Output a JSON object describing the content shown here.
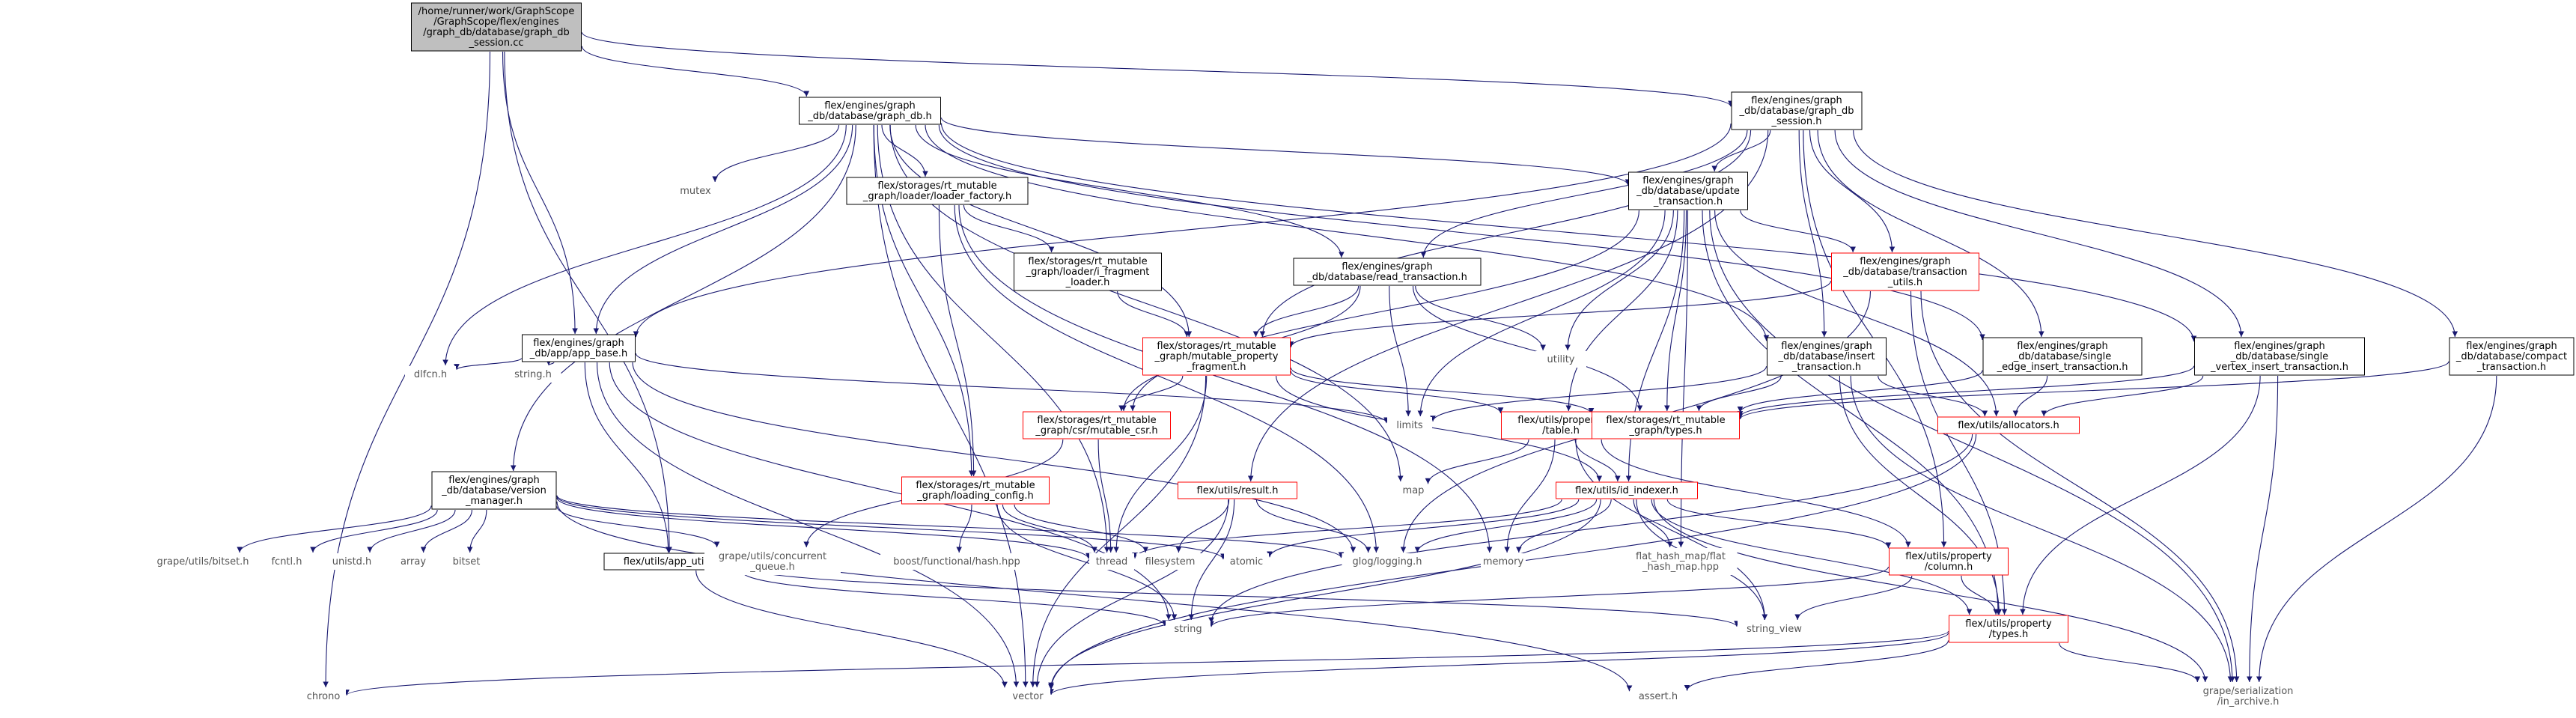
{
  "colors": {
    "edge": "#191970",
    "root_fill": "#bfbfbf",
    "box_border": "#000000",
    "red_border": "#ff0000",
    "external_text": "#555555"
  },
  "nodes": [
    {
      "id": "root",
      "lines": [
        "/home/runner/work/GraphScope",
        "/GraphScope/flex/engines",
        "/graph_db/database/graph_db",
        "_session.cc"
      ],
      "style": "root"
    },
    {
      "id": "graph_db_h",
      "lines": [
        "flex/engines/graph",
        "_db/database/graph_db.h"
      ],
      "style": "black"
    },
    {
      "id": "session_h",
      "lines": [
        "flex/engines/graph",
        "_db/database/graph_db",
        "_session.h"
      ],
      "style": "black"
    },
    {
      "id": "loader_factory",
      "lines": [
        "flex/storages/rt_mutable",
        "_graph/loader/loader_factory.h"
      ],
      "style": "black"
    },
    {
      "id": "i_fragment_loader",
      "lines": [
        "flex/storages/rt_mutable",
        "_graph/loader/i_fragment",
        "_loader.h"
      ],
      "style": "black"
    },
    {
      "id": "update_txn",
      "lines": [
        "flex/engines/graph",
        "_db/database/update",
        "_transaction.h"
      ],
      "style": "black"
    },
    {
      "id": "read_txn",
      "lines": [
        "flex/engines/graph",
        "_db/database/read_transaction.h"
      ],
      "style": "black"
    },
    {
      "id": "txn_utils",
      "lines": [
        "flex/engines/graph",
        "_db/database/transaction",
        "_utils.h"
      ],
      "style": "red"
    },
    {
      "id": "insert_txn",
      "lines": [
        "flex/engines/graph",
        "_db/database/insert",
        "_transaction.h"
      ],
      "style": "black"
    },
    {
      "id": "single_edge",
      "lines": [
        "flex/engines/graph",
        "_db/database/single",
        "_edge_insert_transaction.h"
      ],
      "style": "black"
    },
    {
      "id": "single_vertex",
      "lines": [
        "flex/engines/graph",
        "_db/database/single",
        "_vertex_insert_transaction.h"
      ],
      "style": "black"
    },
    {
      "id": "compact_txn",
      "lines": [
        "flex/engines/graph",
        "_db/database/compact",
        "_transaction.h"
      ],
      "style": "black"
    },
    {
      "id": "app_base",
      "lines": [
        "flex/engines/graph",
        "_db/app/app_base.h"
      ],
      "style": "black"
    },
    {
      "id": "mutable_fragment",
      "lines": [
        "flex/storages/rt_mutable",
        "_graph/mutable_property",
        "_fragment.h"
      ],
      "style": "red"
    },
    {
      "id": "csr_mutable",
      "lines": [
        "flex/storages/rt_mutable",
        "_graph/csr/mutable_csr.h"
      ],
      "style": "red"
    },
    {
      "id": "property_table",
      "lines": [
        "flex/utils/property",
        "/table.h"
      ],
      "style": "red"
    },
    {
      "id": "rt_types",
      "lines": [
        "flex/storages/rt_mutable",
        "_graph/types.h"
      ],
      "style": "red"
    },
    {
      "id": "allocators",
      "lines": [
        "flex/utils/allocators.h"
      ],
      "style": "red"
    },
    {
      "id": "version_manager",
      "lines": [
        "flex/engines/graph",
        "_db/database/version",
        "_manager.h"
      ],
      "style": "black"
    },
    {
      "id": "loading_config",
      "lines": [
        "flex/storages/rt_mutable",
        "_graph/loading_config.h"
      ],
      "style": "red"
    },
    {
      "id": "result_h",
      "lines": [
        "flex/utils/result.h"
      ],
      "style": "red"
    },
    {
      "id": "id_indexer",
      "lines": [
        "flex/utils/id_indexer.h"
      ],
      "style": "red"
    },
    {
      "id": "app_utils",
      "lines": [
        "flex/utils/app_utils.h"
      ],
      "style": "black"
    },
    {
      "id": "prop_column",
      "lines": [
        "flex/utils/property",
        "/column.h"
      ],
      "style": "red"
    },
    {
      "id": "prop_types",
      "lines": [
        "flex/utils/property",
        "/types.h"
      ],
      "style": "red"
    },
    {
      "id": "mutex",
      "lines": [
        "mutex"
      ],
      "style": "grey"
    },
    {
      "id": "dlfcn",
      "lines": [
        "dlfcn.h"
      ],
      "style": "grey"
    },
    {
      "id": "string_h",
      "lines": [
        "string.h"
      ],
      "style": "grey"
    },
    {
      "id": "utility",
      "lines": [
        "utility"
      ],
      "style": "grey"
    },
    {
      "id": "limits",
      "lines": [
        "limits"
      ],
      "style": "grey"
    },
    {
      "id": "map",
      "lines": [
        "map"
      ],
      "style": "grey"
    },
    {
      "id": "bitset_h",
      "lines": [
        "grape/utils/bitset.h"
      ],
      "style": "grey"
    },
    {
      "id": "fcntl",
      "lines": [
        "fcntl.h"
      ],
      "style": "grey"
    },
    {
      "id": "unistd",
      "lines": [
        "unistd.h"
      ],
      "style": "grey"
    },
    {
      "id": "array",
      "lines": [
        "array"
      ],
      "style": "grey"
    },
    {
      "id": "bitset",
      "lines": [
        "bitset"
      ],
      "style": "grey"
    },
    {
      "id": "concurrent_queue",
      "lines": [
        "grape/utils/concurrent",
        "_queue.h"
      ],
      "style": "grey"
    },
    {
      "id": "boost_hash",
      "lines": [
        "boost/functional/hash.hpp"
      ],
      "style": "grey"
    },
    {
      "id": "thread",
      "lines": [
        "thread"
      ],
      "style": "grey"
    },
    {
      "id": "filesystem",
      "lines": [
        "filesystem"
      ],
      "style": "grey"
    },
    {
      "id": "atomic",
      "lines": [
        "atomic"
      ],
      "style": "grey"
    },
    {
      "id": "glog",
      "lines": [
        "glog/logging.h"
      ],
      "style": "grey"
    },
    {
      "id": "memory",
      "lines": [
        "memory"
      ],
      "style": "grey"
    },
    {
      "id": "flat_hash_map",
      "lines": [
        "flat_hash_map/flat",
        "_hash_map.hpp"
      ],
      "style": "grey"
    },
    {
      "id": "string",
      "lines": [
        "string"
      ],
      "style": "grey"
    },
    {
      "id": "string_view",
      "lines": [
        "string_view"
      ],
      "style": "grey"
    },
    {
      "id": "chrono",
      "lines": [
        "chrono"
      ],
      "style": "grey"
    },
    {
      "id": "vector",
      "lines": [
        "vector"
      ],
      "style": "grey"
    },
    {
      "id": "assert",
      "lines": [
        "assert.h"
      ],
      "style": "grey"
    },
    {
      "id": "in_archive",
      "lines": [
        "grape/serialization",
        "/in_archive.h"
      ],
      "style": "grey"
    }
  ],
  "edges": [
    [
      "root",
      "graph_db_h"
    ],
    [
      "root",
      "session_h"
    ],
    [
      "root",
      "app_base"
    ],
    [
      "root",
      "app_utils"
    ],
    [
      "root",
      "chrono"
    ],
    [
      "graph_db_h",
      "loader_factory"
    ],
    [
      "graph_db_h",
      "mutex"
    ],
    [
      "graph_db_h",
      "update_txn"
    ],
    [
      "graph_db_h",
      "read_txn"
    ],
    [
      "graph_db_h",
      "mutable_fragment"
    ],
    [
      "graph_db_h",
      "insert_txn"
    ],
    [
      "graph_db_h",
      "single_edge"
    ],
    [
      "graph_db_h",
      "single_vertex"
    ],
    [
      "graph_db_h",
      "app_base"
    ],
    [
      "graph_db_h",
      "dlfcn"
    ],
    [
      "graph_db_h",
      "version_manager"
    ],
    [
      "graph_db_h",
      "loading_config"
    ],
    [
      "graph_db_h",
      "vector"
    ],
    [
      "graph_db_h",
      "thread"
    ],
    [
      "graph_db_h",
      "map"
    ],
    [
      "session_h",
      "update_txn"
    ],
    [
      "session_h",
      "read_txn"
    ],
    [
      "session_h",
      "txn_utils"
    ],
    [
      "session_h",
      "insert_txn"
    ],
    [
      "session_h",
      "single_edge"
    ],
    [
      "session_h",
      "single_vertex"
    ],
    [
      "session_h",
      "compact_txn"
    ],
    [
      "session_h",
      "app_base"
    ],
    [
      "session_h",
      "mutable_fragment"
    ],
    [
      "session_h",
      "result_h"
    ],
    [
      "session_h",
      "prop_column"
    ],
    [
      "loader_factory",
      "i_fragment_loader"
    ],
    [
      "loader_factory",
      "loading_config"
    ],
    [
      "loader_factory",
      "memory"
    ],
    [
      "loader_factory",
      "glog"
    ],
    [
      "i_fragment_loader",
      "mutable_fragment"
    ],
    [
      "update_txn",
      "txn_utils"
    ],
    [
      "update_txn",
      "csr_mutable"
    ],
    [
      "update_txn",
      "utility"
    ],
    [
      "update_txn",
      "limits"
    ],
    [
      "update_txn",
      "property_table"
    ],
    [
      "update_txn",
      "rt_types"
    ],
    [
      "update_txn",
      "allocators"
    ],
    [
      "update_txn",
      "id_indexer"
    ],
    [
      "update_txn",
      "flat_hash_map"
    ],
    [
      "update_txn",
      "in_archive"
    ],
    [
      "update_txn",
      "prop_types"
    ],
    [
      "read_txn",
      "mutable_fragment"
    ],
    [
      "read_txn",
      "csr_mutable"
    ],
    [
      "read_txn",
      "utility"
    ],
    [
      "read_txn",
      "limits"
    ],
    [
      "read_txn",
      "rt_types"
    ],
    [
      "txn_utils",
      "mutable_fragment"
    ],
    [
      "txn_utils",
      "glog"
    ],
    [
      "txn_utils",
      "prop_types"
    ],
    [
      "txn_utils",
      "in_archive"
    ],
    [
      "insert_txn",
      "rt_types"
    ],
    [
      "insert_txn",
      "allocators"
    ],
    [
      "insert_txn",
      "limits"
    ],
    [
      "insert_txn",
      "in_archive"
    ],
    [
      "insert_txn",
      "prop_types"
    ],
    [
      "single_edge",
      "rt_types"
    ],
    [
      "single_edge",
      "allocators"
    ],
    [
      "single_vertex",
      "rt_types"
    ],
    [
      "single_vertex",
      "allocators"
    ],
    [
      "single_vertex",
      "in_archive"
    ],
    [
      "single_vertex",
      "prop_types"
    ],
    [
      "compact_txn",
      "rt_types"
    ],
    [
      "compact_txn",
      "in_archive"
    ],
    [
      "app_base",
      "dlfcn"
    ],
    [
      "app_base",
      "string_h"
    ],
    [
      "app_base",
      "app_utils"
    ],
    [
      "app_base",
      "limits"
    ],
    [
      "app_base",
      "string"
    ],
    [
      "app_base",
      "vector"
    ],
    [
      "app_base",
      "glog"
    ],
    [
      "mutable_fragment",
      "csr_mutable"
    ],
    [
      "mutable_fragment",
      "property_table"
    ],
    [
      "mutable_fragment",
      "id_indexer"
    ],
    [
      "mutable_fragment",
      "rt_types"
    ],
    [
      "mutable_fragment",
      "thread"
    ],
    [
      "mutable_fragment",
      "vector"
    ],
    [
      "csr_mutable",
      "concurrent_queue"
    ],
    [
      "csr_mutable",
      "thread"
    ],
    [
      "property_table",
      "map"
    ],
    [
      "property_table",
      "id_indexer"
    ],
    [
      "property_table",
      "prop_column"
    ],
    [
      "property_table",
      "memory"
    ],
    [
      "property_table",
      "string_view"
    ],
    [
      "allocators",
      "string"
    ],
    [
      "allocators",
      "vector"
    ],
    [
      "version_manager",
      "bitset_h"
    ],
    [
      "version_manager",
      "fcntl"
    ],
    [
      "version_manager",
      "unistd"
    ],
    [
      "version_manager",
      "array"
    ],
    [
      "version_manager",
      "bitset"
    ],
    [
      "version_manager",
      "concurrent_queue"
    ],
    [
      "version_manager",
      "thread"
    ],
    [
      "version_manager",
      "atomic"
    ],
    [
      "version_manager",
      "glog"
    ],
    [
      "version_manager",
      "assert"
    ],
    [
      "loading_config",
      "boost_hash"
    ],
    [
      "loading_config",
      "filesystem"
    ],
    [
      "loading_config",
      "string"
    ],
    [
      "loading_config",
      "thread"
    ],
    [
      "result_h",
      "filesystem"
    ],
    [
      "result_h",
      "glog"
    ],
    [
      "result_h",
      "string"
    ],
    [
      "result_h",
      "vector"
    ],
    [
      "id_indexer",
      "atomic"
    ],
    [
      "id_indexer",
      "glog"
    ],
    [
      "id_indexer",
      "memory"
    ],
    [
      "id_indexer",
      "flat_hash_map"
    ],
    [
      "id_indexer",
      "prop_column"
    ],
    [
      "id_indexer",
      "string_view"
    ],
    [
      "id_indexer",
      "vector"
    ],
    [
      "id_indexer",
      "prop_types"
    ],
    [
      "id_indexer",
      "in_archive"
    ],
    [
      "id_indexer",
      "thread"
    ],
    [
      "app_utils",
      "string"
    ],
    [
      "app_utils",
      "vector"
    ],
    [
      "app_utils",
      "string_view"
    ],
    [
      "prop_column",
      "string"
    ],
    [
      "prop_column",
      "string_view"
    ],
    [
      "prop_column",
      "prop_types"
    ],
    [
      "prop_types",
      "vector"
    ],
    [
      "prop_types",
      "in_archive"
    ],
    [
      "prop_types",
      "assert"
    ],
    [
      "prop_types",
      "chrono"
    ]
  ]
}
